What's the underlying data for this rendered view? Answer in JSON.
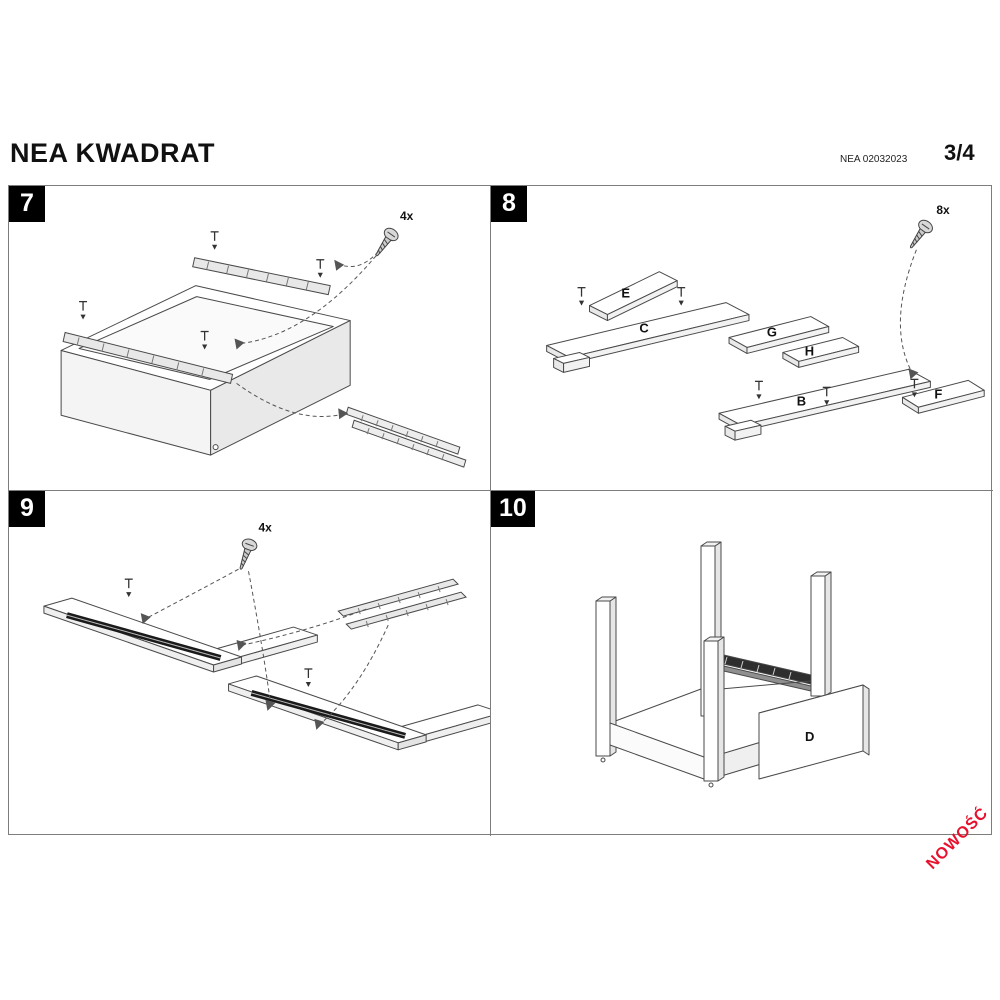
{
  "header": {
    "title": "NEA KWADRAT",
    "doc_code": "NEA 02032023",
    "page": "3/4"
  },
  "panels": {
    "p7": {
      "number": "7",
      "qty": "4x"
    },
    "p8": {
      "number": "8",
      "qty": "8x",
      "parts": {
        "E": "E",
        "C": "C",
        "G": "G",
        "H": "H",
        "B": "B",
        "F": "F"
      }
    },
    "p9": {
      "number": "9",
      "qty": "4x"
    },
    "p10": {
      "number": "10",
      "parts": {
        "D": "D"
      }
    }
  },
  "watermark": "NOWOŚĆ"
}
